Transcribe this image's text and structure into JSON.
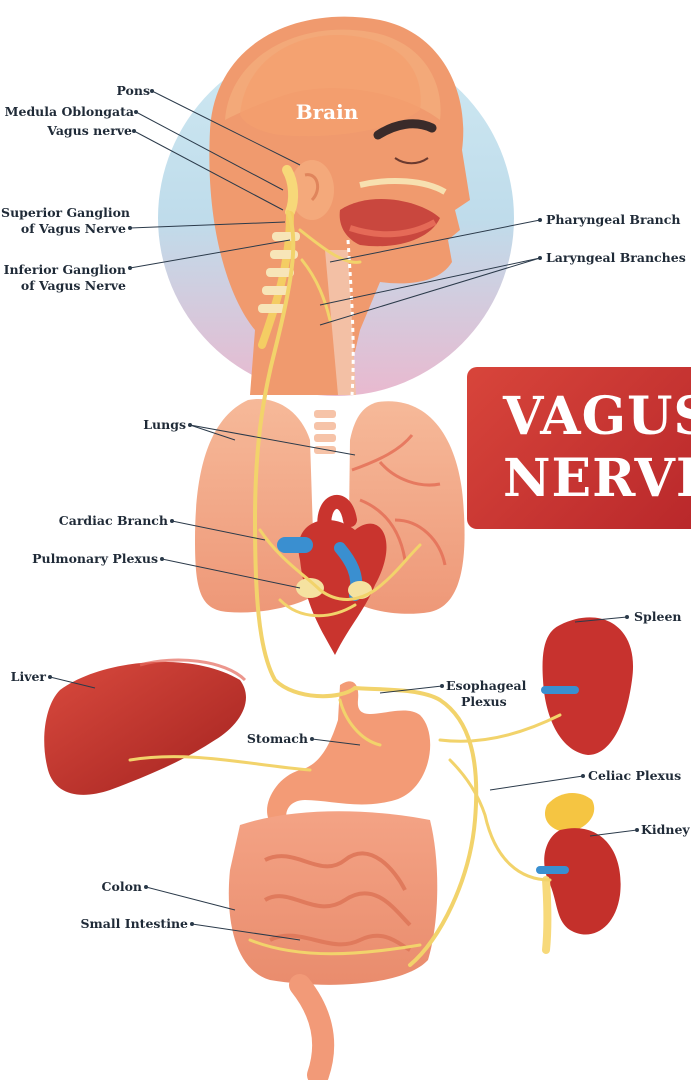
{
  "title": {
    "line1": "VAGUS",
    "line2": "NERVE"
  },
  "brain_label": "Brain",
  "labels": {
    "pons": "Pons",
    "medula": "Medula Oblongata",
    "vagus": "Vagus nerve",
    "superior_1": "Superior Ganglion",
    "superior_2": "of Vagus Nerve",
    "inferior_1": "Inferior Ganglion",
    "inferior_2": "of Vagus Nerve",
    "pharyngeal": "Pharyngeal Branch",
    "laryngeal": "Laryngeal Branches",
    "lungs": "Lungs",
    "cardiac": "Cardiac Branch",
    "pulmonary": "Pulmonary Plexus",
    "spleen": "Spleen",
    "liver": "Liver",
    "esophageal_1": "Esophageal",
    "esophageal_2": "Plexus",
    "stomach": "Stomach",
    "celiac": "Celiac Plexus",
    "kidney": "Kidney",
    "colon": "Colon",
    "small_intestine": "Small Intestine"
  },
  "colors": {
    "nerve": "#f2d36b",
    "organ_red": "#c4342f",
    "organ_salmon": "#f0a07d",
    "title_bg": "#c7312f",
    "halo_blue": "#bfe3ef",
    "halo_pink": "#e9b7c9",
    "vein_blue": "#3a8fd0"
  },
  "icons": [
    "head-illustration",
    "lungs-illustration",
    "heart-illustration",
    "liver-illustration",
    "stomach-illustration",
    "intestines-illustration",
    "spleen-illustration",
    "kidney-illustration",
    "nerve-path"
  ]
}
